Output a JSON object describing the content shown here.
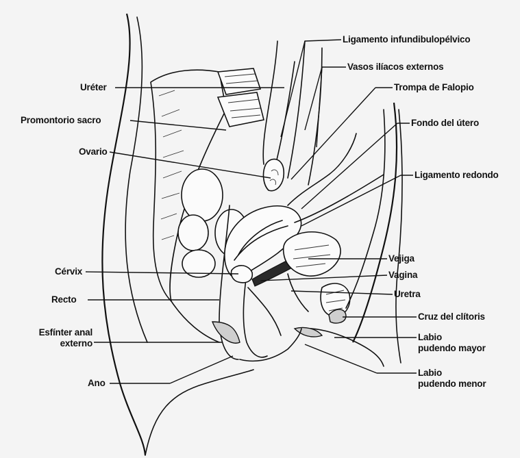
{
  "labels": {
    "ligamento_infundibulopelvico": "Ligamento infundibulopélvico",
    "vasos_iliacos_externos": "Vasos ilíacos externos",
    "ureter": "Uréter",
    "trompa_de_falopio": "Trompa de Falopio",
    "promontorio_sacro": "Promontorio sacro",
    "fondo_del_utero": "Fondo del útero",
    "ovario": "Ovario",
    "ligamento_redondo": "Ligamento redondo",
    "vejiga": "Vejiga",
    "cervix": "Cérvix",
    "vagina": "Vagina",
    "recto": "Recto",
    "uretra": "Uretra",
    "cruz_del_clitoris": "Cruz del clítoris",
    "esfinter_anal_line1": "Esfínter anal",
    "esfinter_anal_line2": "externo",
    "labio_mayor_line1": "Labio",
    "labio_mayor_line2": "pudendo mayor",
    "labio_menor_line1": "Labio",
    "labio_menor_line2": "pudendo menor",
    "ano": "Ano"
  }
}
